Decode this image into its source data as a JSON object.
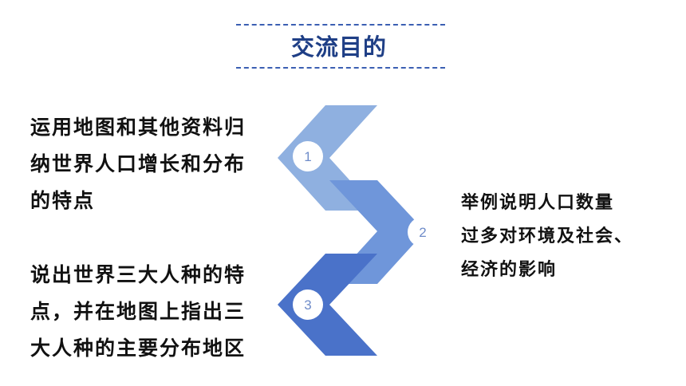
{
  "header": {
    "title": "交流目的"
  },
  "objectives": [
    {
      "number": "1",
      "text": "运用地图和其他资料归\n纳世界人口增长和分布\n的特点"
    },
    {
      "number": "2",
      "text": "举例说明人口数量\n过多对环境及社会、\n经济的影响"
    },
    {
      "number": "3",
      "text": "说出世界三大人种的特\n点，并在地图上指出三\n大人种的主要分布地区"
    }
  ],
  "colors": {
    "chevron_1": "#8fb0e0",
    "chevron_2": "#6f96da",
    "chevron_3": "#4a72c9",
    "title": "#1f3f86",
    "dash": "#3b5fb3"
  }
}
